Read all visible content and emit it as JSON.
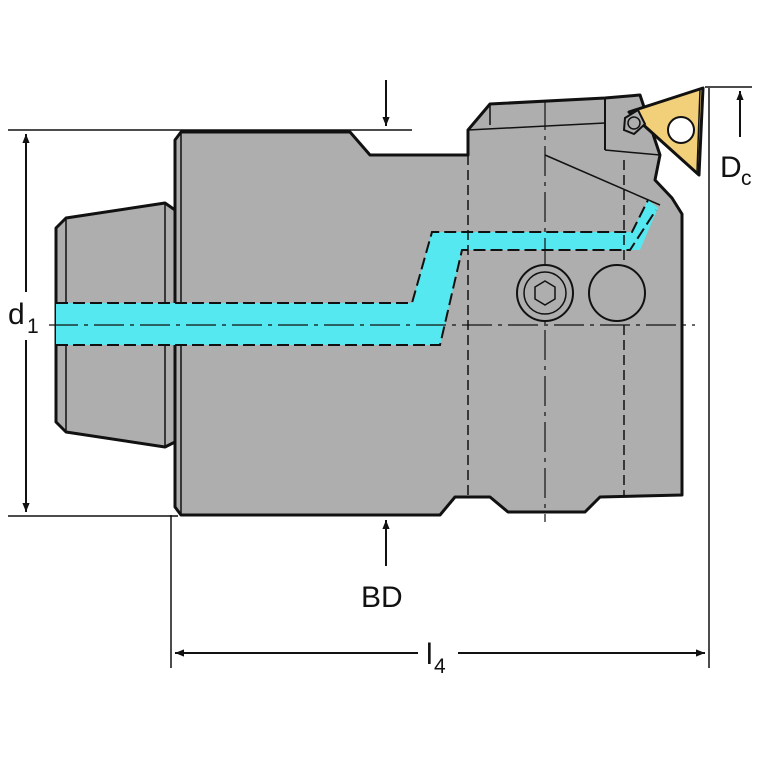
{
  "colors": {
    "body_fill": "#aeaeae",
    "body_stroke": "#111111",
    "coolant_fill": "#56e8f0",
    "insert_fill": "#f2cf79",
    "background": "#ffffff"
  },
  "labels": {
    "d1_main": "d",
    "d1_sub": "1",
    "dc_main": "D",
    "dc_sub": "c",
    "bd": "BD",
    "l4_main": "l",
    "l4_sub": "4"
  }
}
